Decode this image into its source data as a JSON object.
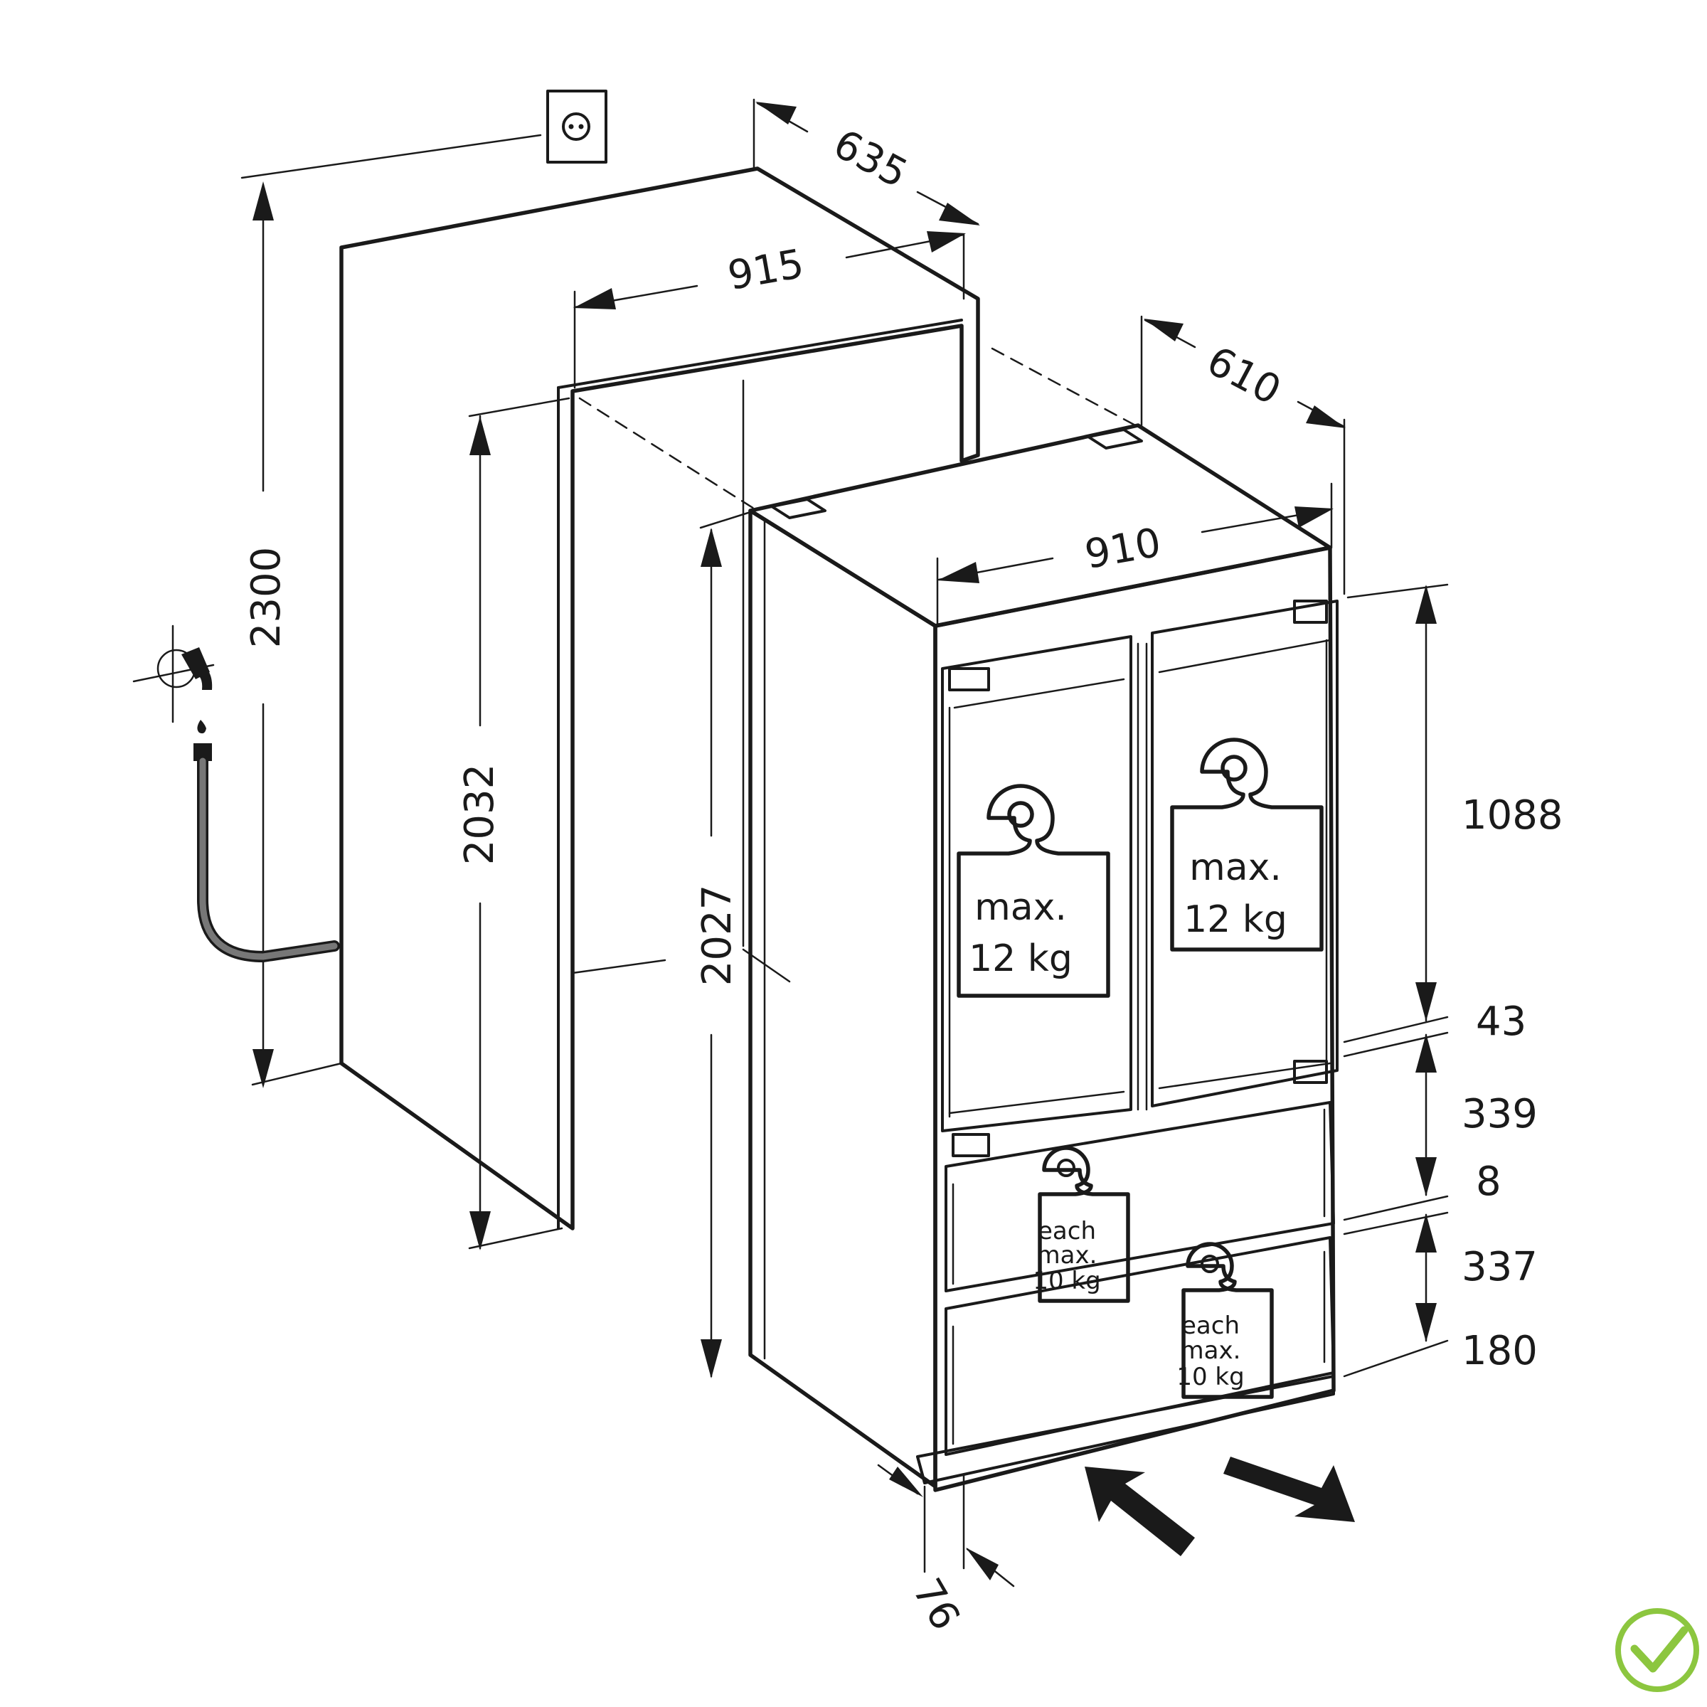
{
  "dimensions": {
    "niche_depth": "635",
    "niche_width": "915",
    "niche_height": "2300",
    "niche_inner_height": "2032",
    "appliance_depth": "610",
    "appliance_width": "910",
    "appliance_height": "2027",
    "upper_door_height": "1088",
    "gap_upper": "43",
    "drawer_1_height": "339",
    "gap_drawers": "8",
    "drawer_2_height": "337",
    "plinth_height": "180",
    "plinth_depth": "76"
  },
  "load_labels": {
    "door_left": {
      "line1": "max.",
      "line2": "12 kg"
    },
    "door_right": {
      "line1": "max.",
      "line2": "12 kg"
    },
    "drawer_top": {
      "line1": "each",
      "line2": "max.",
      "line3": "10 kg"
    },
    "drawer_bottom": {
      "line1": "each",
      "line2": "max.",
      "line3": "10 kg"
    }
  },
  "icons": [
    "power-socket-icon",
    "water-tap-icon",
    "weight-icon",
    "push-pull-arrows-icon",
    "checkmark-icon"
  ],
  "colors": {
    "line": "#1a1a1a",
    "hose": "#777777",
    "check": "#8cc63f"
  }
}
